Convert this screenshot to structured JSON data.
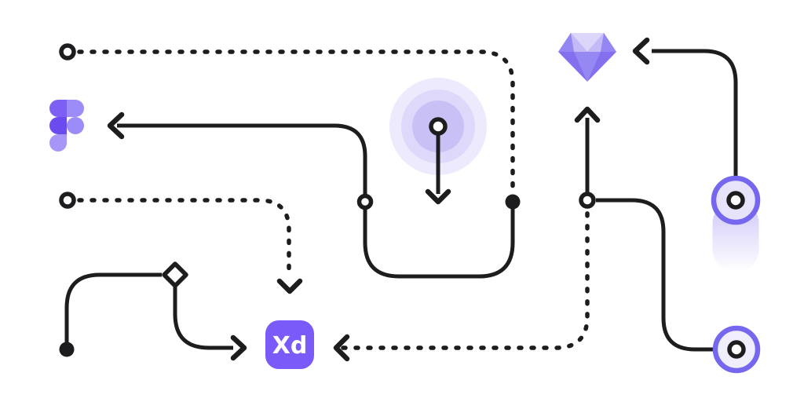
{
  "illustration": {
    "name": "design-tools-flow-illustration",
    "background": "#ffffff",
    "colors": {
      "line": "#1d1d1f",
      "accent": "#7a5af8",
      "ring": "#7668ee",
      "ring_fill": "#e7e3fa",
      "ring_fill_light": "#f0eefc",
      "ripple_outer": "#edeafd",
      "ripple_mid": "#ded8fb",
      "ripple_inner": "#c9c0f6",
      "trail": "#7c6aee"
    },
    "logos": {
      "figma": {
        "icon": "figma-logo",
        "colors": {
          "top_left": "#7d5ff3",
          "top_right": "#9c8cf7",
          "mid_left": "#6b4bef",
          "mid_right": "#9c8cf7",
          "bottom": "#a795f7"
        }
      },
      "sketch": {
        "icon": "sketch-diamond-logo",
        "colors": {
          "side": "#8470ef",
          "pavilion": "#9688f3",
          "crown_outer": "#9486f3",
          "crown_inner": "#c4baf8",
          "table": "#dcd6fb"
        }
      },
      "xd": {
        "icon": "adobe-xd-logo",
        "label": "Xd",
        "background": "#7a5af8",
        "text_color": "#ffffff"
      }
    }
  }
}
